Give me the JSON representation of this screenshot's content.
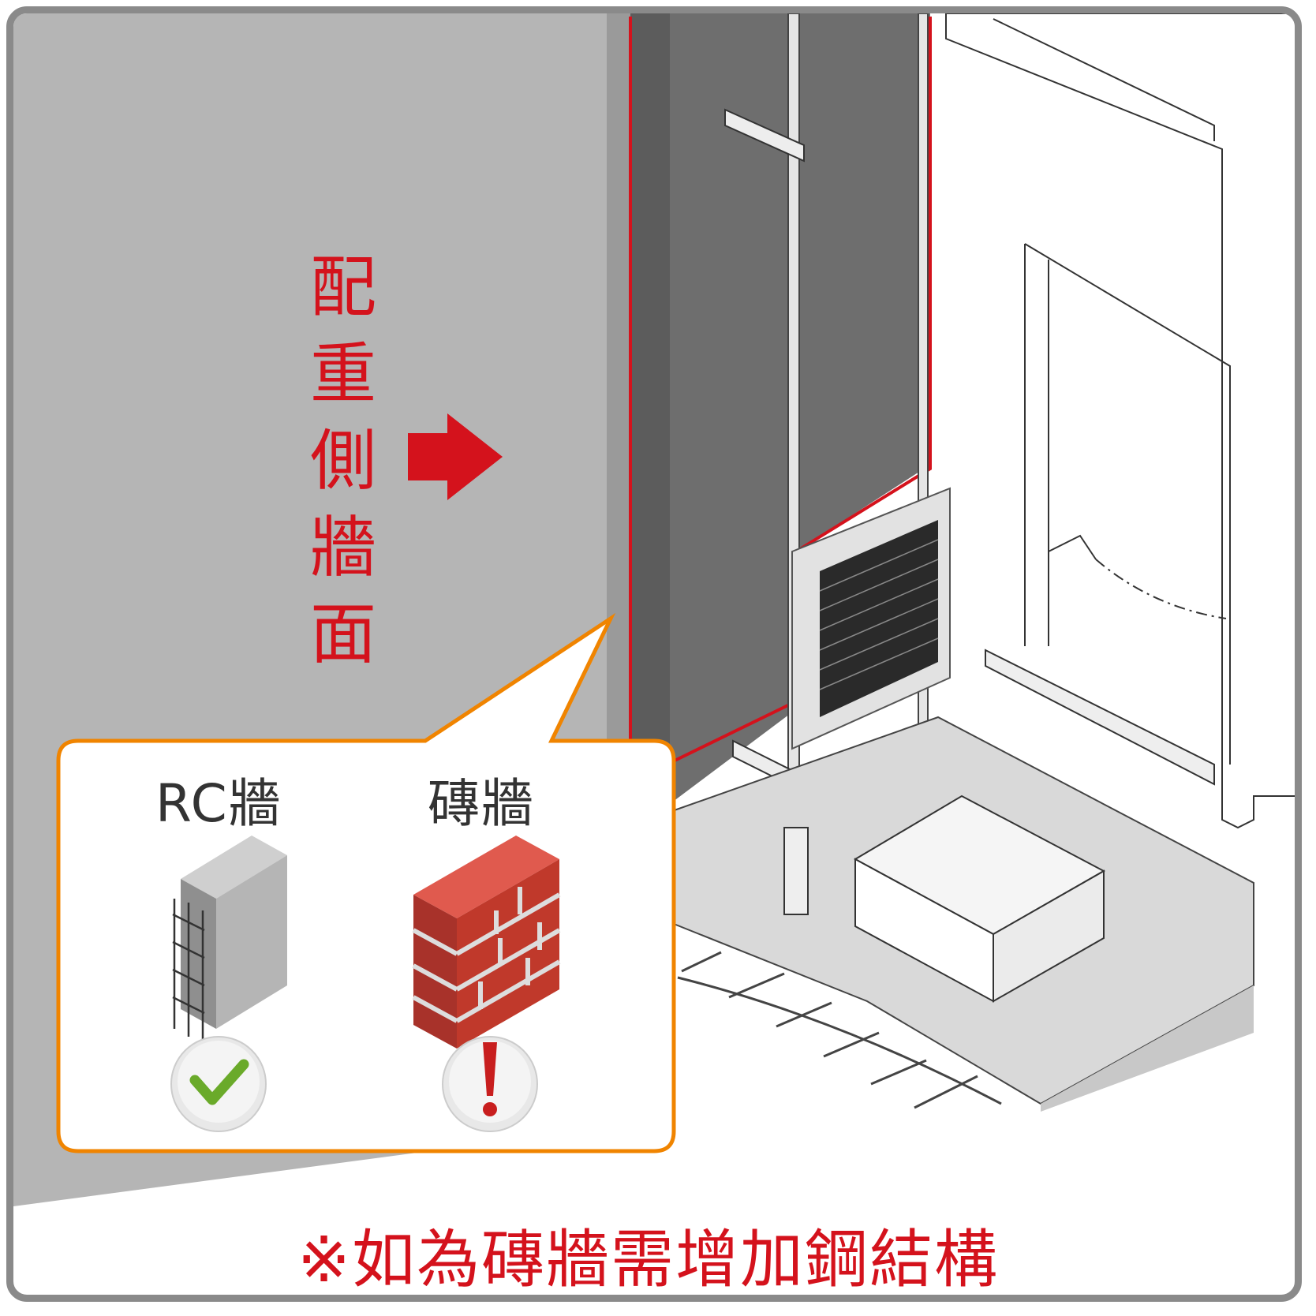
{
  "side_label": [
    "配",
    "重",
    "側",
    "牆",
    "面"
  ],
  "callout": {
    "rc_wall_label": "RC牆",
    "brick_wall_label": "磚牆"
  },
  "footnote": "※如為磚牆需增加鋼結構",
  "colors": {
    "accent_red": "#d4121c",
    "callout_border": "#f08400",
    "wall_gray": "#b3b3b3",
    "shaft_dark": "#6e6e6e",
    "brick_red": "#c0392b",
    "ok_green": "#6aaa2a"
  },
  "icons": {
    "rc": "check-icon",
    "brick": "warning-icon",
    "arrow": "right-arrow-icon"
  }
}
